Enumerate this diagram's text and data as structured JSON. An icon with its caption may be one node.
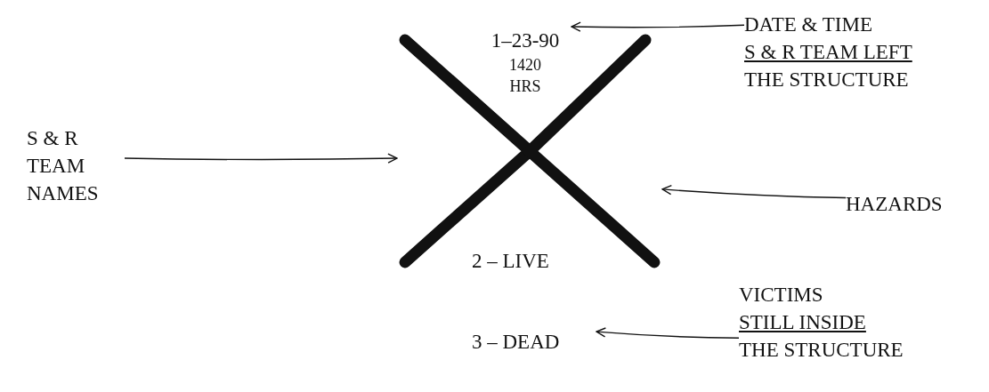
{
  "diagram": {
    "nodes": [
      {
        "text": [
          "DATE & TIME",
          "S & R TEAM LEFT",
          "THE STRUCTURE"
        ]
      },
      {
        "text": [
          "1–23-90",
          "1420 HRS"
        ]
      },
      {
        "text": [
          "S & R TEAM NAMES"
        ]
      },
      {
        "text": [],
        "shape": "picture"
      },
      {
        "text": [],
        "shape": "picture"
      },
      {
        "text": [
          "HAZARDS"
        ]
      },
      {
        "text": [
          "2 – LIVE",
          "3 – DEAD"
        ]
      },
      {
        "text": [
          "VICTIMS",
          "STILL INSIDE",
          "THE STRUCTURE"
        ]
      }
    ],
    "edges": [
      {
        "from": 0,
        "to": 1,
        "arrow": "to"
      },
      {
        "from": 2,
        "to": 3,
        "arrow": "to"
      },
      {
        "from": 5,
        "to": 4,
        "arrow": "to"
      },
      {
        "from": 7,
        "to": 6,
        "arrow": "to"
      }
    ]
  }
}
